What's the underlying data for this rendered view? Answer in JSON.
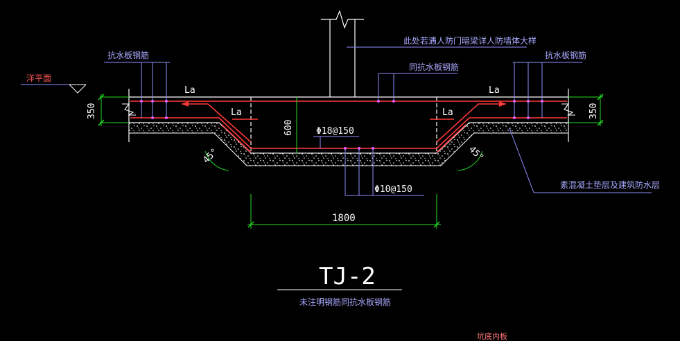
{
  "labels": {
    "water_level": "洋平面",
    "air_defense_note": "此处若遇人防门暗梁详人防墙体大样",
    "anti_water_rebar_left": "抗水板钢筋",
    "anti_water_rebar_right": "抗水板钢筋",
    "same_as_anti_water": "同抗水板钢筋",
    "la_top_left": "La",
    "la_inner_left": "La",
    "la_top_right": "La",
    "la_inner_right": "La",
    "dim_350_left": "350",
    "dim_350_right": "350",
    "dim_600": "600",
    "rebar_top": "Φ18@150",
    "rebar_bottom": "Φ10@150",
    "angle_left": "45°",
    "angle_right": "45°",
    "concrete_layer": "素混凝土垫层及建筑防水层",
    "dim_1800": "1800",
    "title": "TJ-2",
    "subtitle": "未注明钢筋同抗水板钢筋",
    "corner_text": "坑底内板"
  },
  "colors": {
    "background": "#000000",
    "structure": "#ffffff",
    "rebar": "#ff3b3b",
    "leader": "#8f8fff",
    "dimension": "#22dd22",
    "text_blue": "#a8a8ff",
    "rebar_dot": "#ff55ff"
  }
}
